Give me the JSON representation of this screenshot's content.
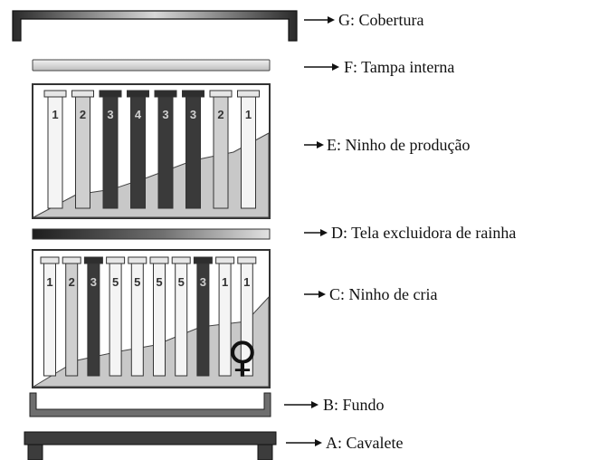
{
  "labels": {
    "g": "G: Cobertura",
    "f": "F: Tampa interna",
    "e": "E: Ninho de produção",
    "d": "D: Tela excluidora de rainha",
    "c": "C: Ninho de cria",
    "b": "B: Fundo",
    "a": "A: Cavalete"
  },
  "production_frames": [
    "1",
    "2",
    "3",
    "4",
    "3",
    "3",
    "2",
    "1"
  ],
  "brood_frames": [
    "1",
    "2",
    "3",
    "5",
    "5",
    "5",
    "5",
    "3",
    "1",
    "1"
  ],
  "queen_symbol": "♀",
  "colors": {
    "dark": "#3a3a3a",
    "mid": "#8c8c8c",
    "light": "#e8e8e8",
    "fill": "#c8c8c8"
  }
}
